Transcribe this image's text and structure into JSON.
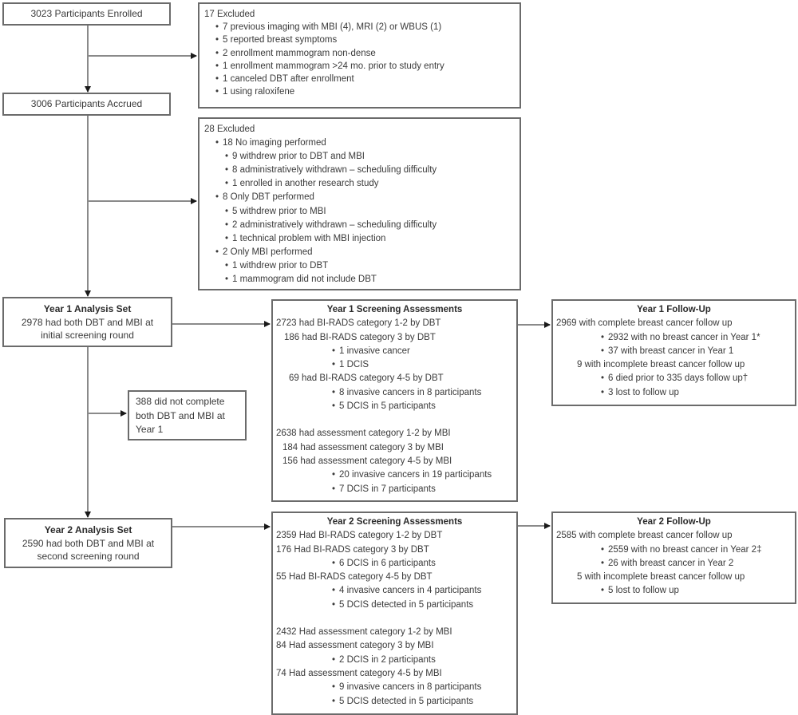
{
  "enrolled": {
    "text": "3023 Participants Enrolled"
  },
  "excluded_first": {
    "heading": "17 Excluded",
    "items": [
      "7 previous imaging with MBI (4), MRI (2) or WBUS (1)",
      "5 reported breast symptoms",
      "2 enrollment mammogram non-dense",
      "1 enrollment mammogram >24 mo. prior to study entry",
      "1 canceled DBT after enrollment",
      "1 using raloxifene"
    ]
  },
  "accrued": {
    "text": "3006 Participants Accrued"
  },
  "excluded_second": {
    "heading": "28 Excluded",
    "groups": [
      {
        "label": "18 No imaging performed",
        "items": [
          "9 withdrew prior to DBT and MBI",
          "8 administratively withdrawn – scheduling difficulty",
          "1 enrolled in another research study"
        ]
      },
      {
        "label": "8 Only DBT performed",
        "items": [
          "5 withdrew prior to MBI",
          "2 administratively withdrawn – scheduling difficulty",
          "1 technical problem with MBI injection"
        ]
      },
      {
        "label": "2 Only MBI performed",
        "items": [
          "1 withdrew prior to DBT",
          "1 mammogram did not include DBT"
        ]
      }
    ]
  },
  "year1_analysis": {
    "title": "Year 1 Analysis Set",
    "line1": "2978 had both DBT and MBI at",
    "line2": "initial screening round"
  },
  "not_completed": {
    "line1": "388 did not complete",
    "line2": "both DBT and MBI at",
    "line3": "Year 1"
  },
  "year1_screening": {
    "title": "Year 1 Screening Assessments",
    "dbt": [
      {
        "text": "2723 had BI-RADS category 1-2 by DBT",
        "bullets": []
      },
      {
        "text": "186 had BI-RADS category 3 by DBT",
        "bullets": [
          "1 invasive cancer",
          "1 DCIS"
        ]
      },
      {
        "text": "69 had BI-RADS category 4-5 by DBT",
        "bullets": [
          "8 invasive cancers in 8 participants",
          "5 DCIS in 5 participants"
        ]
      }
    ],
    "mbi": [
      {
        "text": "2638 had assessment category 1-2 by MBI",
        "bullets": []
      },
      {
        "text": "184 had assessment category 3 by MBI",
        "bullets": []
      },
      {
        "text": "156 had assessment category 4-5 by MBI",
        "bullets": [
          "20 invasive cancers in 19 participants",
          "7 DCIS in 7 participants"
        ]
      }
    ]
  },
  "year1_followup": {
    "title": "Year 1 Follow-Up",
    "complete": "2969 with complete breast cancer follow up",
    "complete_items": [
      "2932 with no breast cancer in Year 1*",
      "37 with breast cancer in Year 1"
    ],
    "incomplete": "9 with incomplete breast cancer follow up",
    "incomplete_items": [
      "6 died prior to 335 days follow up†",
      "3 lost to follow up"
    ]
  },
  "year2_analysis": {
    "title": "Year 2 Analysis Set",
    "line1": "2590 had both DBT and MBI at",
    "line2": "second screening round"
  },
  "year2_screening": {
    "title": "Year 2 Screening Assessments",
    "dbt": [
      {
        "text": "2359 Had BI-RADS category 1-2 by DBT",
        "bullets": []
      },
      {
        "text": "176 Had BI-RADS category 3 by DBT",
        "bullets": [
          "6 DCIS in 6 participants"
        ]
      },
      {
        "text": "55 Had BI-RADS category 4-5 by DBT",
        "bullets": [
          "4 invasive cancers in 4 participants",
          "5 DCIS detected in 5 participants"
        ]
      }
    ],
    "mbi": [
      {
        "text": "2432 Had assessment category 1-2 by MBI",
        "bullets": []
      },
      {
        "text": "84 Had assessment category 3 by MBI",
        "bullets": [
          "2 DCIS in 2 participants"
        ]
      },
      {
        "text": "74 Had assessment category 4-5 by MBI",
        "bullets": [
          "9 invasive cancers in 8 participants",
          "5 DCIS detected in 5 participants"
        ]
      }
    ]
  },
  "year2_followup": {
    "title": "Year 2 Follow-Up",
    "complete": "2585 with complete breast cancer follow up",
    "complete_items": [
      "2559 with no breast cancer in Year 2‡",
      "26 with breast cancer in Year 2"
    ],
    "incomplete": "5 with incomplete breast cancer follow up",
    "incomplete_items": [
      "5 lost to follow up"
    ]
  },
  "colors": {
    "border": "#6b6b6b",
    "connector": "#8a8a8a",
    "arrowhead": "#1a1a1a",
    "text": "#3a3a3a"
  }
}
